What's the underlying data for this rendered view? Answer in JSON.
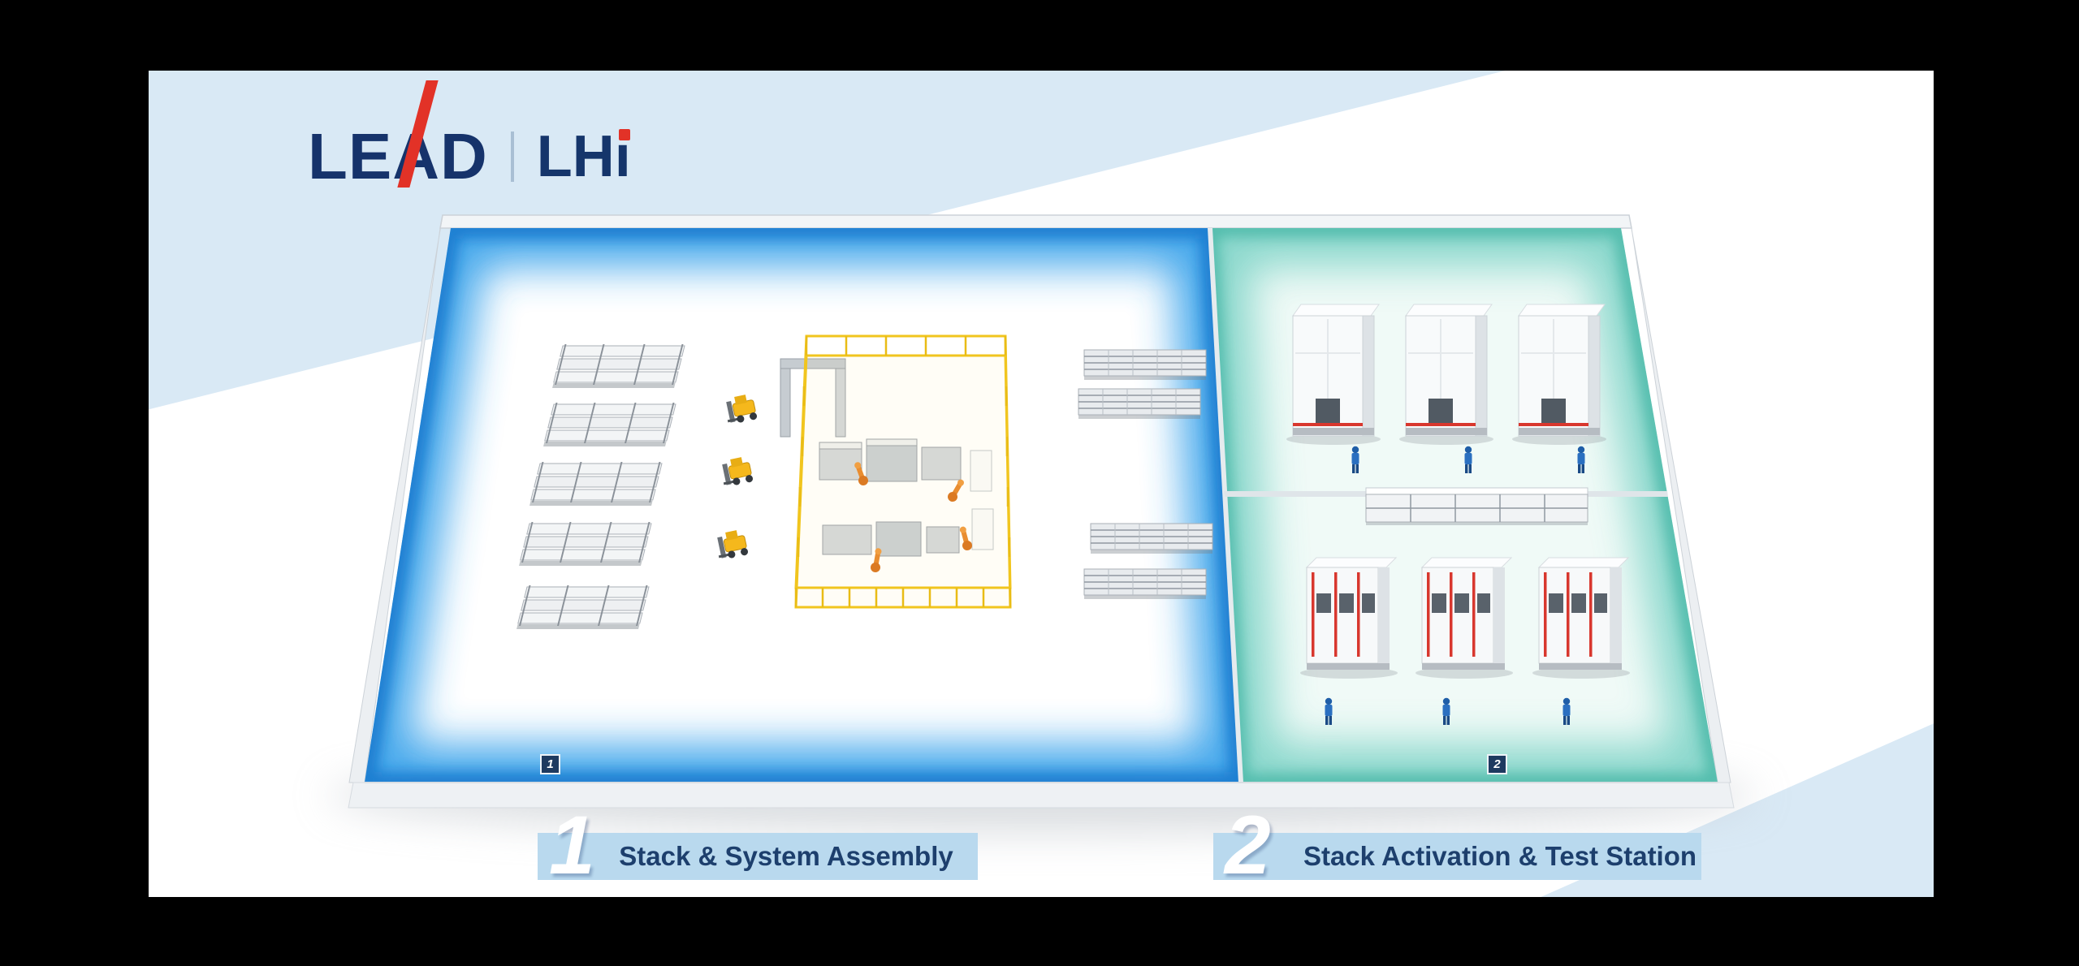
{
  "window": {
    "background": "#000000"
  },
  "panel": {
    "background": "#ffffff",
    "accent_light_blue": "#d9e9f5"
  },
  "logo": {
    "lead": "LEAD",
    "lhi_main": "LH",
    "lhi_i": "ı",
    "navy": "#16336b",
    "red": "#e23227"
  },
  "floor": {
    "zone1_badge": "1",
    "zone2_badge": "2",
    "zone1_glow_color": "#2e93e3",
    "zone2_glow_color": "#6fcabe"
  },
  "legend": {
    "band_color": "#b9d9ee",
    "text_color": "#1d3f6d",
    "items": [
      {
        "number": "1",
        "label": "Stack & System Assembly"
      },
      {
        "number": "2",
        "label": "Stack Activation & Test Station"
      }
    ]
  }
}
